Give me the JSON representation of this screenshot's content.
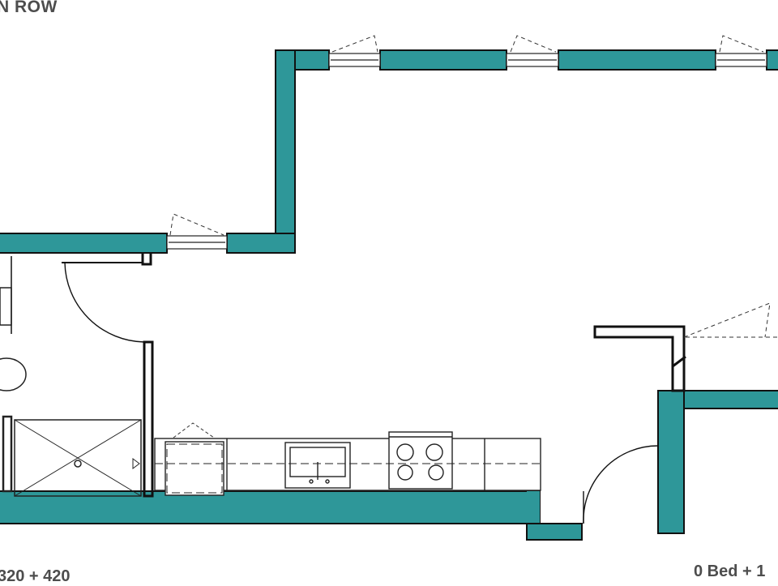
{
  "plan": {
    "title_fragment": "N ROW",
    "units_fragment": "320 + 420",
    "unit_type_fragment": "0 Bed + 1",
    "colors": {
      "wall_fill": "#2e9799",
      "wall_outline": "#111111",
      "background": "#ffffff",
      "label_text": "#4d4d4d"
    },
    "icons": [
      "window-icon",
      "door-swing-icon",
      "shower-icon",
      "toilet-icon",
      "sink-icon",
      "stove-icon",
      "washer-icon"
    ]
  }
}
